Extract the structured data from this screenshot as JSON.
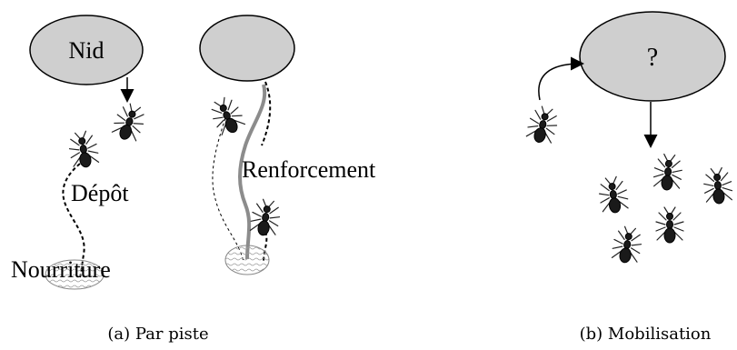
{
  "panel_a": {
    "nest_label": "Nid",
    "deposit_label": "Dépôt",
    "food_label": "Nourriture",
    "reinforcement_label": "Renforcement",
    "caption": "(a) Par piste"
  },
  "panel_b": {
    "nest_label": "?",
    "caption": "(b) Mobilisation"
  },
  "colors": {
    "nest_fill": "#cfcfcf",
    "outline": "#000000",
    "reinforced_trail": "#8c8c8c",
    "food_fill": "#e8e8e8"
  }
}
